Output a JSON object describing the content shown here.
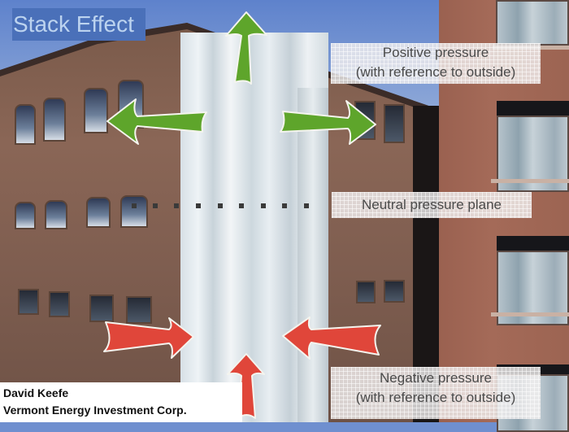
{
  "title": "Stack Effect",
  "labels": {
    "positive_line1": "Positive pressure",
    "positive_line2": "(with reference to outside)",
    "neutral": "Neutral pressure plane",
    "negative_line1": "Negative pressure",
    "negative_line2": "(with reference to outside)"
  },
  "caption": {
    "author": "David Keefe",
    "organization": "Vermont Energy Investment Corp."
  },
  "arrows": {
    "positive": {
      "color": "#5ea52b",
      "directions": [
        "up",
        "left",
        "right"
      ],
      "meaning": "outward"
    },
    "negative": {
      "color": "#e0463a",
      "directions": [
        "right",
        "left",
        "up"
      ],
      "meaning": "inward"
    }
  },
  "neutral_plane_marker": {
    "style": "dotted",
    "color": "#3a3a3a",
    "dot_count": 10
  },
  "colors": {
    "title_bg": "#4a70b9",
    "title_text": "#bcd3ef",
    "label_text": "#4a4a4a",
    "caption_text": "#111111"
  }
}
